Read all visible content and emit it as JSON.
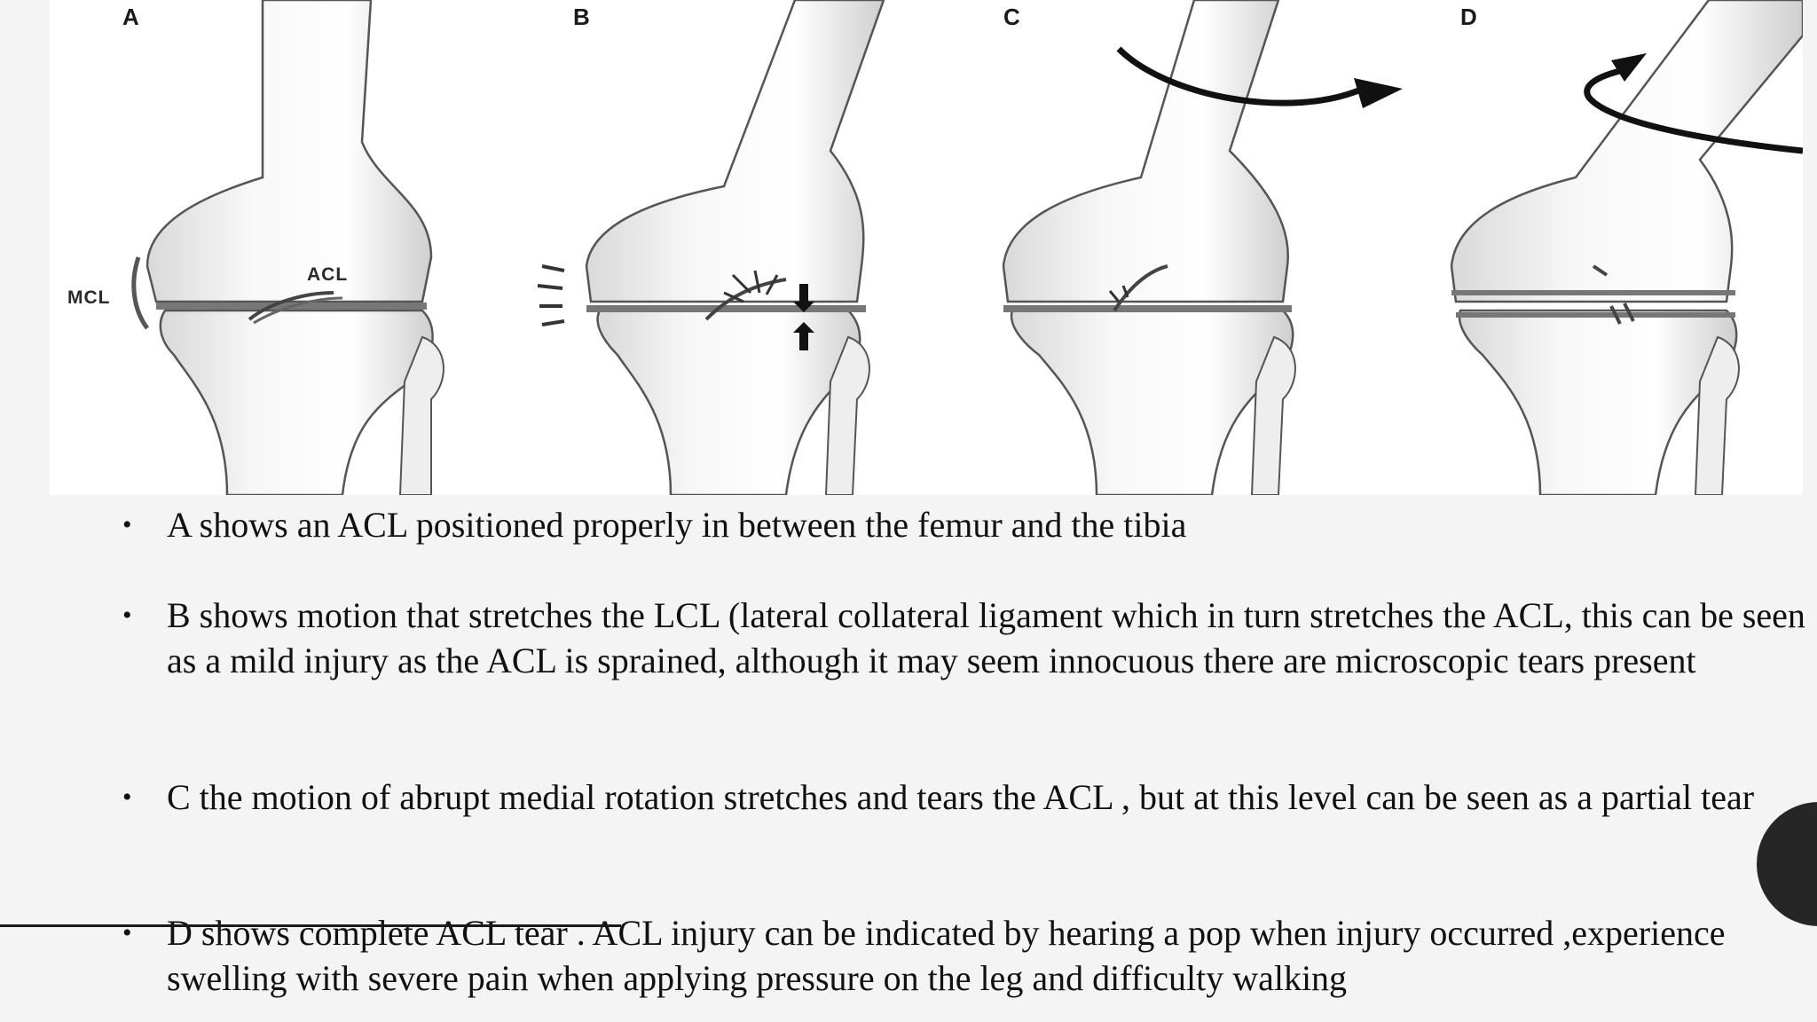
{
  "figure": {
    "panels": [
      {
        "letter": "A"
      },
      {
        "letter": "B"
      },
      {
        "letter": "C"
      },
      {
        "letter": "D"
      }
    ],
    "labels": {
      "mcl": "MCL",
      "acl": "ACL"
    }
  },
  "bullets": [
    {
      "marker": "•",
      "text": "A shows an ACL positioned properly in between the femur and the tibia"
    },
    {
      "marker": "•",
      "text": "B shows motion that stretches the LCL (lateral collateral ligament which in turn stretches the ACL, this can be seen as a mild injury as the ACL is sprained, although it may seem innocuous there are microscopic tears present"
    },
    {
      "marker": "•",
      "text": "C the motion of abrupt medial rotation stretches and tears the ACL , but at this level can be seen as a partial tear"
    },
    {
      "marker": "•",
      "text": "D shows complete ACL tear . ACL injury can be indicated by hearing a pop when injury occurred ,experience swelling with severe pain when applying pressure on the leg and difficulty walking"
    }
  ],
  "colors": {
    "background": "#f4f4f4",
    "figure_background": "#ffffff",
    "text": "#111111",
    "accent_circle": "#262626"
  }
}
